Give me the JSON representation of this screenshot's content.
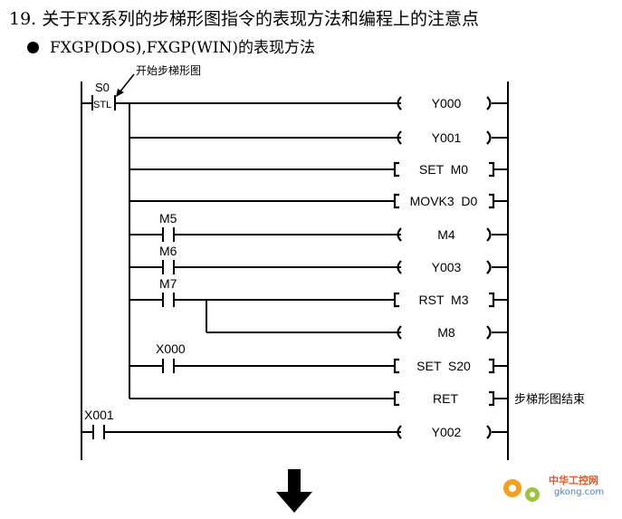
{
  "heading": {
    "title": "19. 关于FX系列的步梯形图指令的表现方法和编程上的注意点",
    "subtitle": "FXGP(DOS),FXGP(WIN)的表现方法"
  },
  "ladder": {
    "stl_device": "S0",
    "stl_instruction": "STL",
    "start_note": "开始步梯形图",
    "end_note": "步梯形图结束",
    "contacts": [
      "M5",
      "M6",
      "M7",
      "X000",
      "X001"
    ],
    "outputs": [
      "Y000",
      "Y001",
      "SET  M0",
      "MOVK3  D0",
      "M4",
      "Y003",
      "RST  M3",
      "M8",
      "SET  S20",
      "RET",
      "Y002"
    ]
  },
  "watermark": {
    "brand": "中华工控网",
    "url": "gkong.com"
  }
}
